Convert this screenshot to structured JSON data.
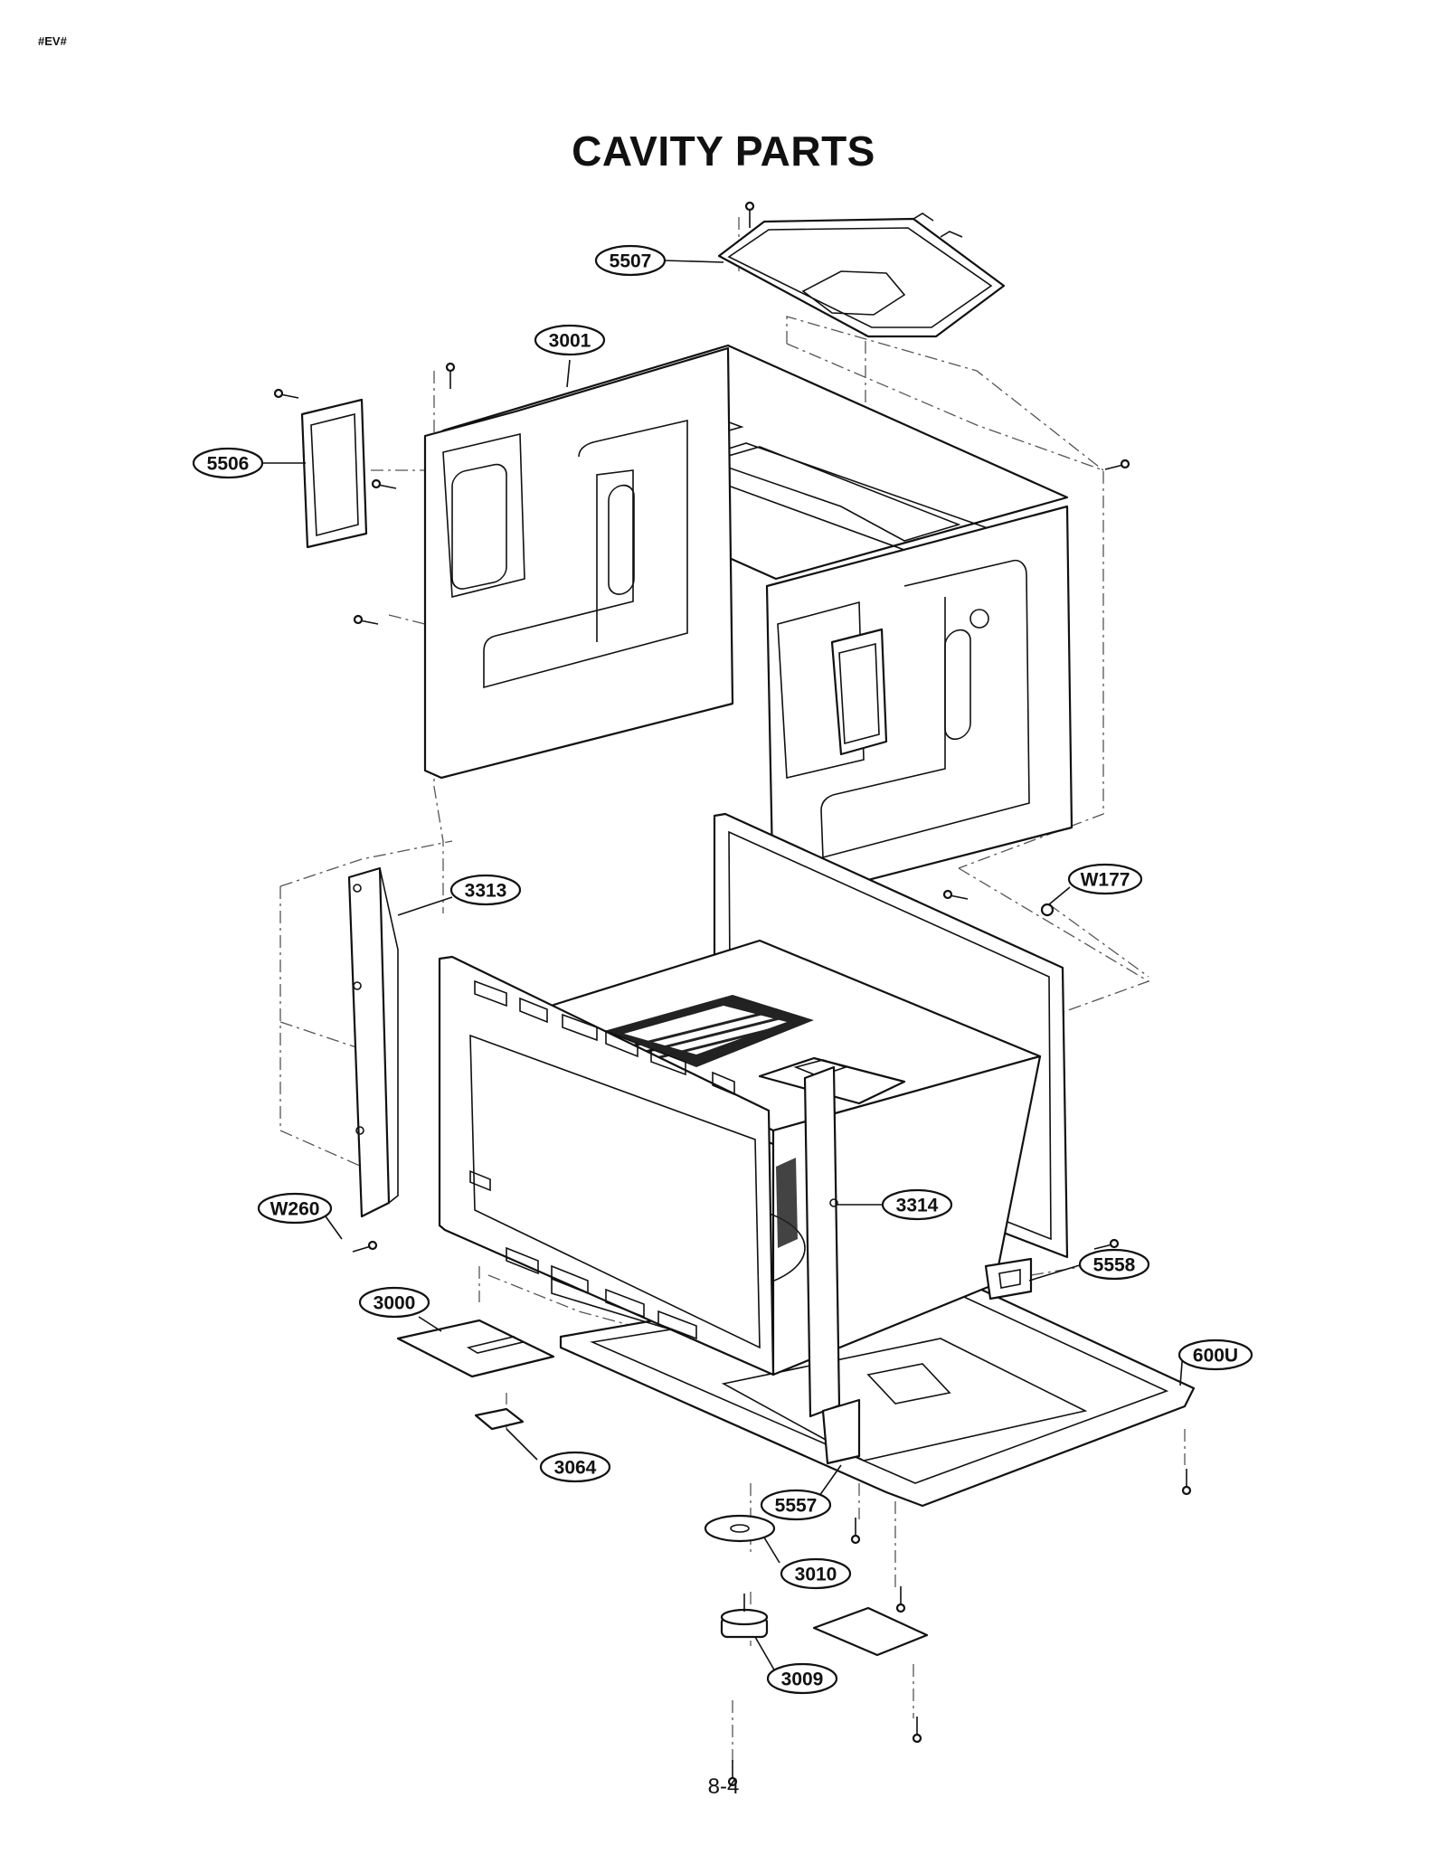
{
  "header": {
    "tag": "#EV#"
  },
  "title": "CAVITY PARTS",
  "page_number": "8-4",
  "callouts": {
    "c5507": "5507",
    "c3001": "3001",
    "c5506": "5506",
    "cW177": "W177",
    "c3313": "3313",
    "c3314": "3314",
    "cW260": "W260",
    "c5558": "5558",
    "c3000": "3000",
    "c600U": "600U",
    "c3064": "3064",
    "c5557": "5557",
    "c3010": "3010",
    "c3009": "3009"
  }
}
